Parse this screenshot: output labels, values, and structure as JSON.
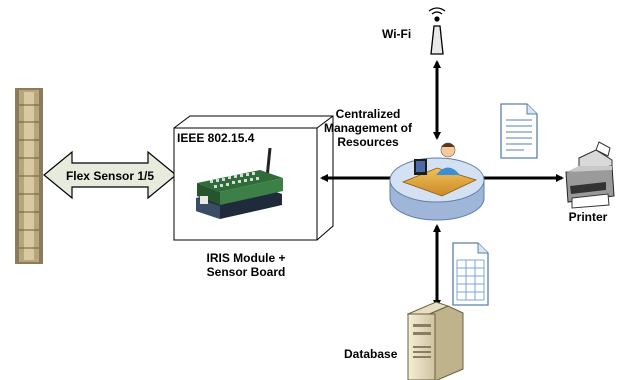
{
  "labels": {
    "wifi": "Wi-Fi",
    "central_line1": "Centralized",
    "central_line2": "Management of",
    "central_line3": "Resources",
    "ieee": "IEEE 802.15.4",
    "flex_sensor": "Flex Sensor 1/5",
    "iris_line1": "IRIS Module +",
    "iris_line2": "Sensor Board",
    "printer": "Printer",
    "database": "Database"
  },
  "colors": {
    "arrow": "#000000",
    "flex_arrow_fill": "#e6ebdd",
    "disk_top": "#d4e1f2",
    "disk_side": "#9fb6d8",
    "board_green": "#2e6d3a",
    "document": "#ffffff",
    "document_line": "#5a7fb0",
    "sheet_grid": "#7fa4d0"
  },
  "icons": [
    "flex-sensor-strip-icon",
    "iris-board-icon",
    "wifi-antenna-icon",
    "operator-desk-icon",
    "document-icon",
    "spreadsheet-icon",
    "printer-icon",
    "server-tower-icon"
  ]
}
